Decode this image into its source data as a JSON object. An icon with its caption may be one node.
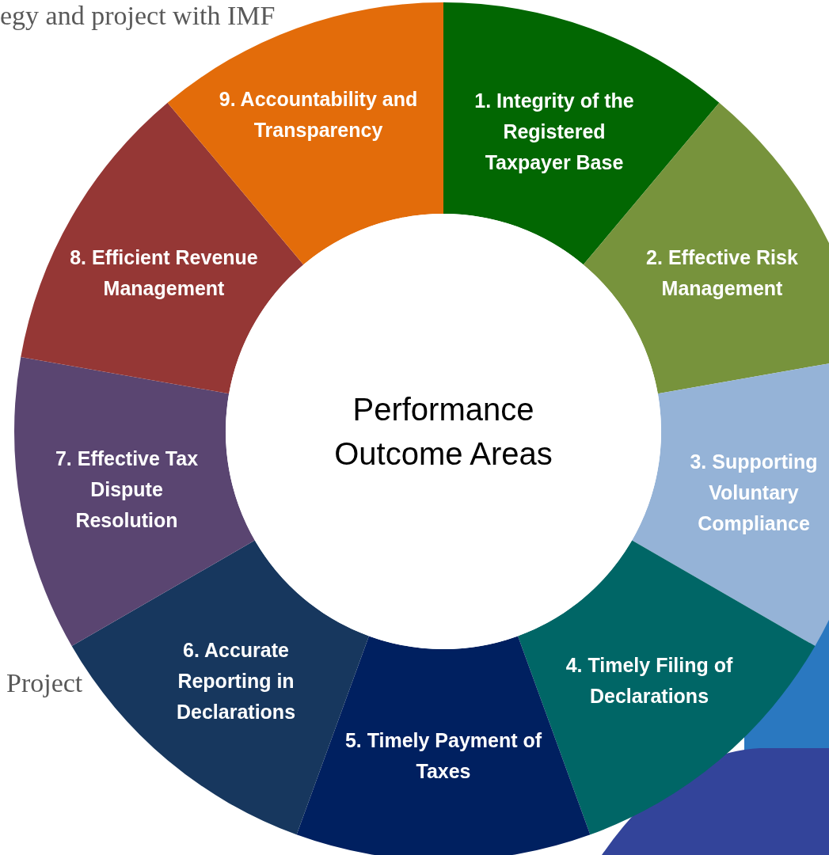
{
  "diagram": {
    "nodes": [
      {
        "text": [
          "Performance Outcome Areas"
        ]
      },
      {
        "text": [
          "1. Integrity of the Registered Taxpayer Base"
        ]
      },
      {
        "text": [
          "2. Effective Risk Management"
        ]
      },
      {
        "text": [
          "3. Supporting Voluntary Compliance"
        ]
      },
      {
        "text": [
          "4. Timely Filing of Declarations"
        ]
      },
      {
        "text": [
          "5. Timely Payment of Taxes"
        ]
      },
      {
        "text": [
          "6. Accurate Reporting in Declarations"
        ]
      },
      {
        "text": [
          "7. Effective Tax Dispute Resolution"
        ]
      },
      {
        "text": [
          "8. Efficient Revenue Management"
        ]
      },
      {
        "text": [
          "9. Accountability and Transparency"
        ]
      }
    ],
    "labels": [
      "egy and project with IMF",
      "Project"
    ]
  }
}
